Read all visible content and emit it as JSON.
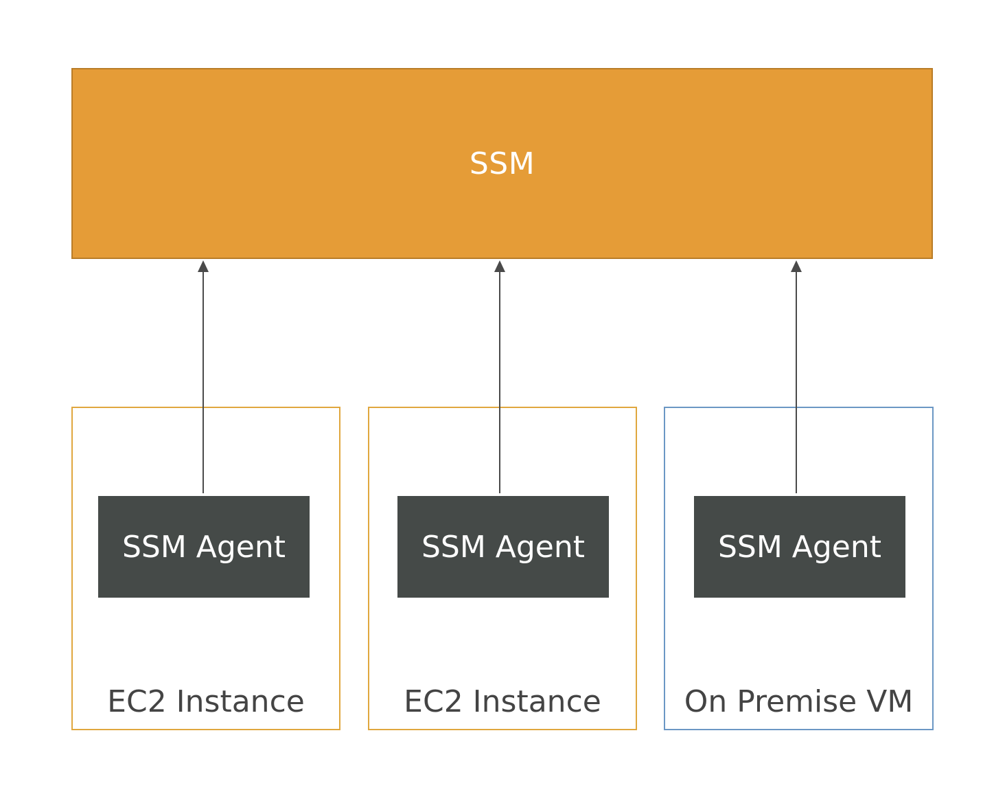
{
  "ssm": {
    "label": "SSM"
  },
  "hosts": [
    {
      "agent_label": "SSM Agent",
      "label": "EC2 Instance"
    },
    {
      "agent_label": "SSM Agent",
      "label": "EC2 Instance"
    },
    {
      "agent_label": "SSM Agent",
      "label": "On Premise VM"
    }
  ],
  "colors": {
    "ssm_fill": "#e59c37",
    "ssm_border": "#b97c27",
    "agent_fill": "#454a48",
    "ec2_border": "#e0a73e",
    "vm_border": "#6b97c4",
    "arrow": "#4a4a4a"
  }
}
